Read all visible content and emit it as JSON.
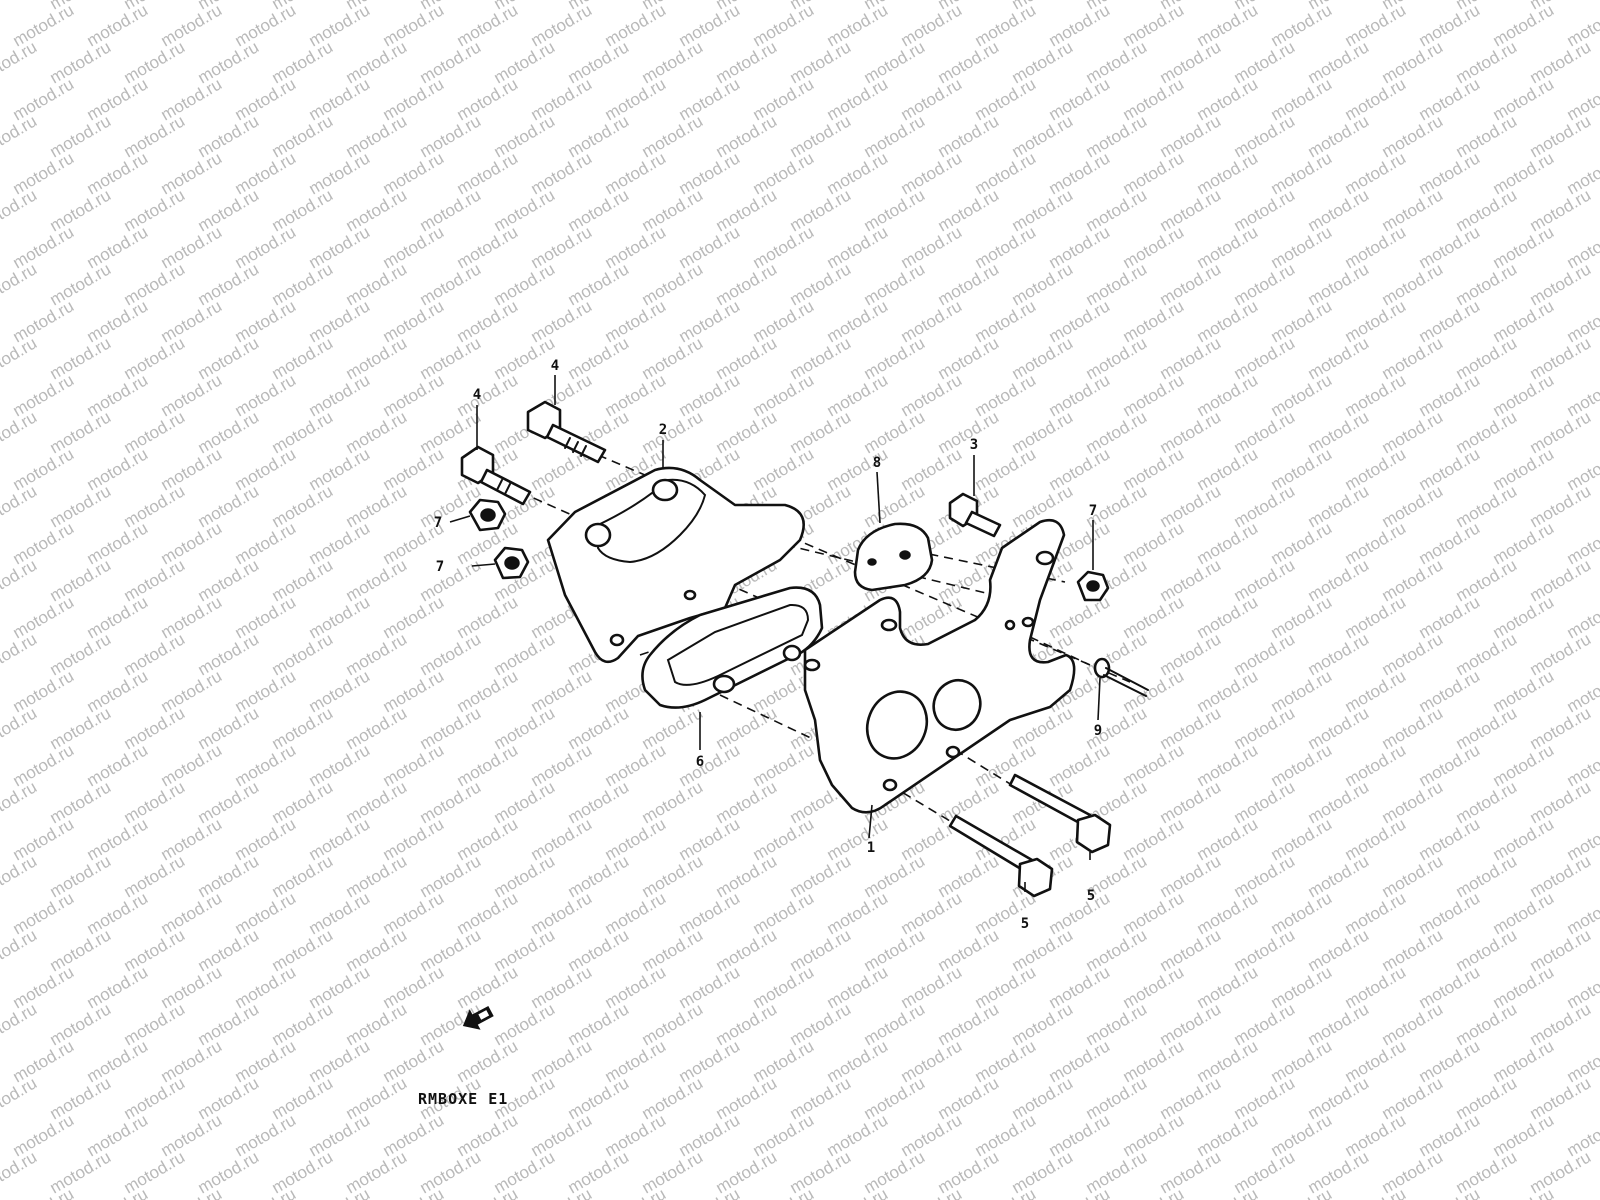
{
  "watermark": {
    "text": "motod.ru",
    "color": "#b9b9b9"
  },
  "diagram": {
    "caption": "RMBOXE E1",
    "callouts": [
      {
        "id": "c1",
        "number": "1"
      },
      {
        "id": "c2",
        "number": "2"
      },
      {
        "id": "c3",
        "number": "3"
      },
      {
        "id": "c4a",
        "number": "4"
      },
      {
        "id": "c4b",
        "number": "4"
      },
      {
        "id": "c5a",
        "number": "5"
      },
      {
        "id": "c5b",
        "number": "5"
      },
      {
        "id": "c6",
        "number": "6"
      },
      {
        "id": "c7a",
        "number": "7"
      },
      {
        "id": "c7b",
        "number": "7"
      },
      {
        "id": "c7c",
        "number": "7"
      },
      {
        "id": "c8",
        "number": "8"
      },
      {
        "id": "c9",
        "number": "9"
      }
    ],
    "icons": [
      "front-direction-arrow-icon"
    ]
  }
}
